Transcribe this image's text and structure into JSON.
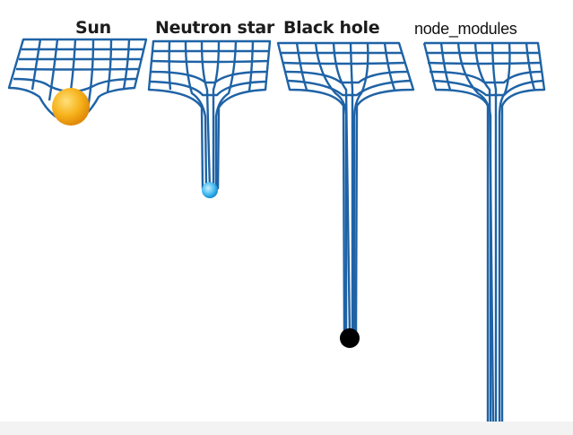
{
  "panels": [
    {
      "id": "sun",
      "label": "Sun"
    },
    {
      "id": "neutron",
      "label": "Neutron star"
    },
    {
      "id": "blackhole",
      "label": "Black hole"
    },
    {
      "id": "node",
      "label": "node_modules"
    }
  ],
  "colors": {
    "grid_stroke": "#1f63a6",
    "grid_fill": "#ffffff",
    "sun": "#f6b21a",
    "sun_core": "#ffe07a",
    "neutron_star": "#3cb7ee",
    "neutron_core": "#c9f0ff",
    "black_hole": "#000000"
  }
}
